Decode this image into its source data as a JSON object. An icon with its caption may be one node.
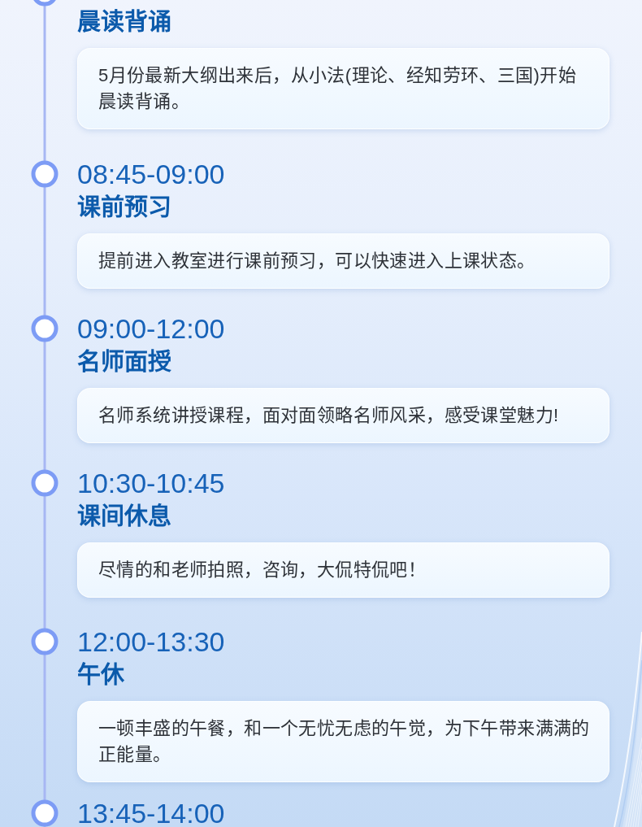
{
  "diagram": {
    "nodes": [
      {
        "text": [
          "晨读背诵",
          "5月份最新大纲出来后，从小法(理论、经知劳环、三国)开始晨读背诵。"
        ]
      },
      {
        "text": [
          "课前预习",
          "提前进入教室进行课前预习，可以快速进入上课状态。"
        ],
        "beside": [
          "08:45-09:00"
        ]
      },
      {
        "text": [
          "名师面授",
          "名师系统讲授课程，面对面领略名师风采，感受课堂魅力!"
        ],
        "beside": [
          "09:00-12:00"
        ]
      },
      {
        "text": [
          "课间休息",
          "尽情的和老师拍照，咨询，大侃特侃吧！"
        ],
        "beside": [
          "10:30-10:45"
        ]
      },
      {
        "text": [
          "午休",
          "一顿丰盛的午餐，和一个无忧无虑的午觉，为下午带来满满的正能量。"
        ],
        "beside": [
          "12:00-13:30"
        ]
      }
    ],
    "labels": [
      "13:45-14:00"
    ]
  }
}
